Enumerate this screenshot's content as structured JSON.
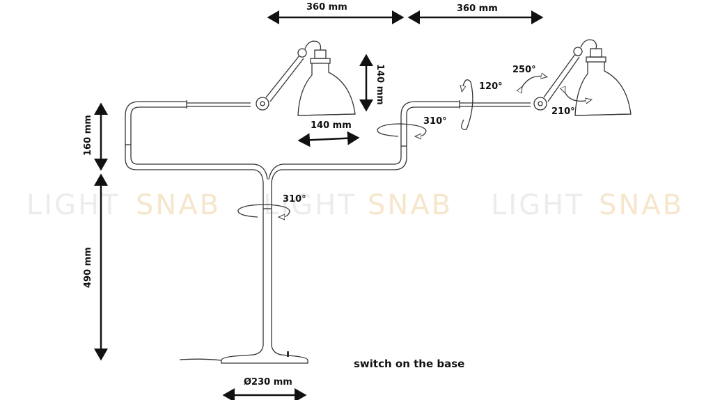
{
  "watermark": {
    "part1": "LIGHT",
    "part2": "SNAB",
    "color1": "#ececec",
    "color2": "#f6e6cc"
  },
  "dimensions": {
    "arm_left_length": "360 mm",
    "arm_right_length": "360 mm",
    "shade_height": "140 mm",
    "shade_width": "140 mm",
    "upper_height": "160 mm",
    "stem_height": "490 mm",
    "base_diameter": "Ø230 mm"
  },
  "angles": {
    "elbow_rotation": "310°",
    "arm_rotation": "120°",
    "joint_upper": "250°",
    "shade_tilt": "210°",
    "stem_rotation": "310°"
  },
  "note": "switch on the base"
}
